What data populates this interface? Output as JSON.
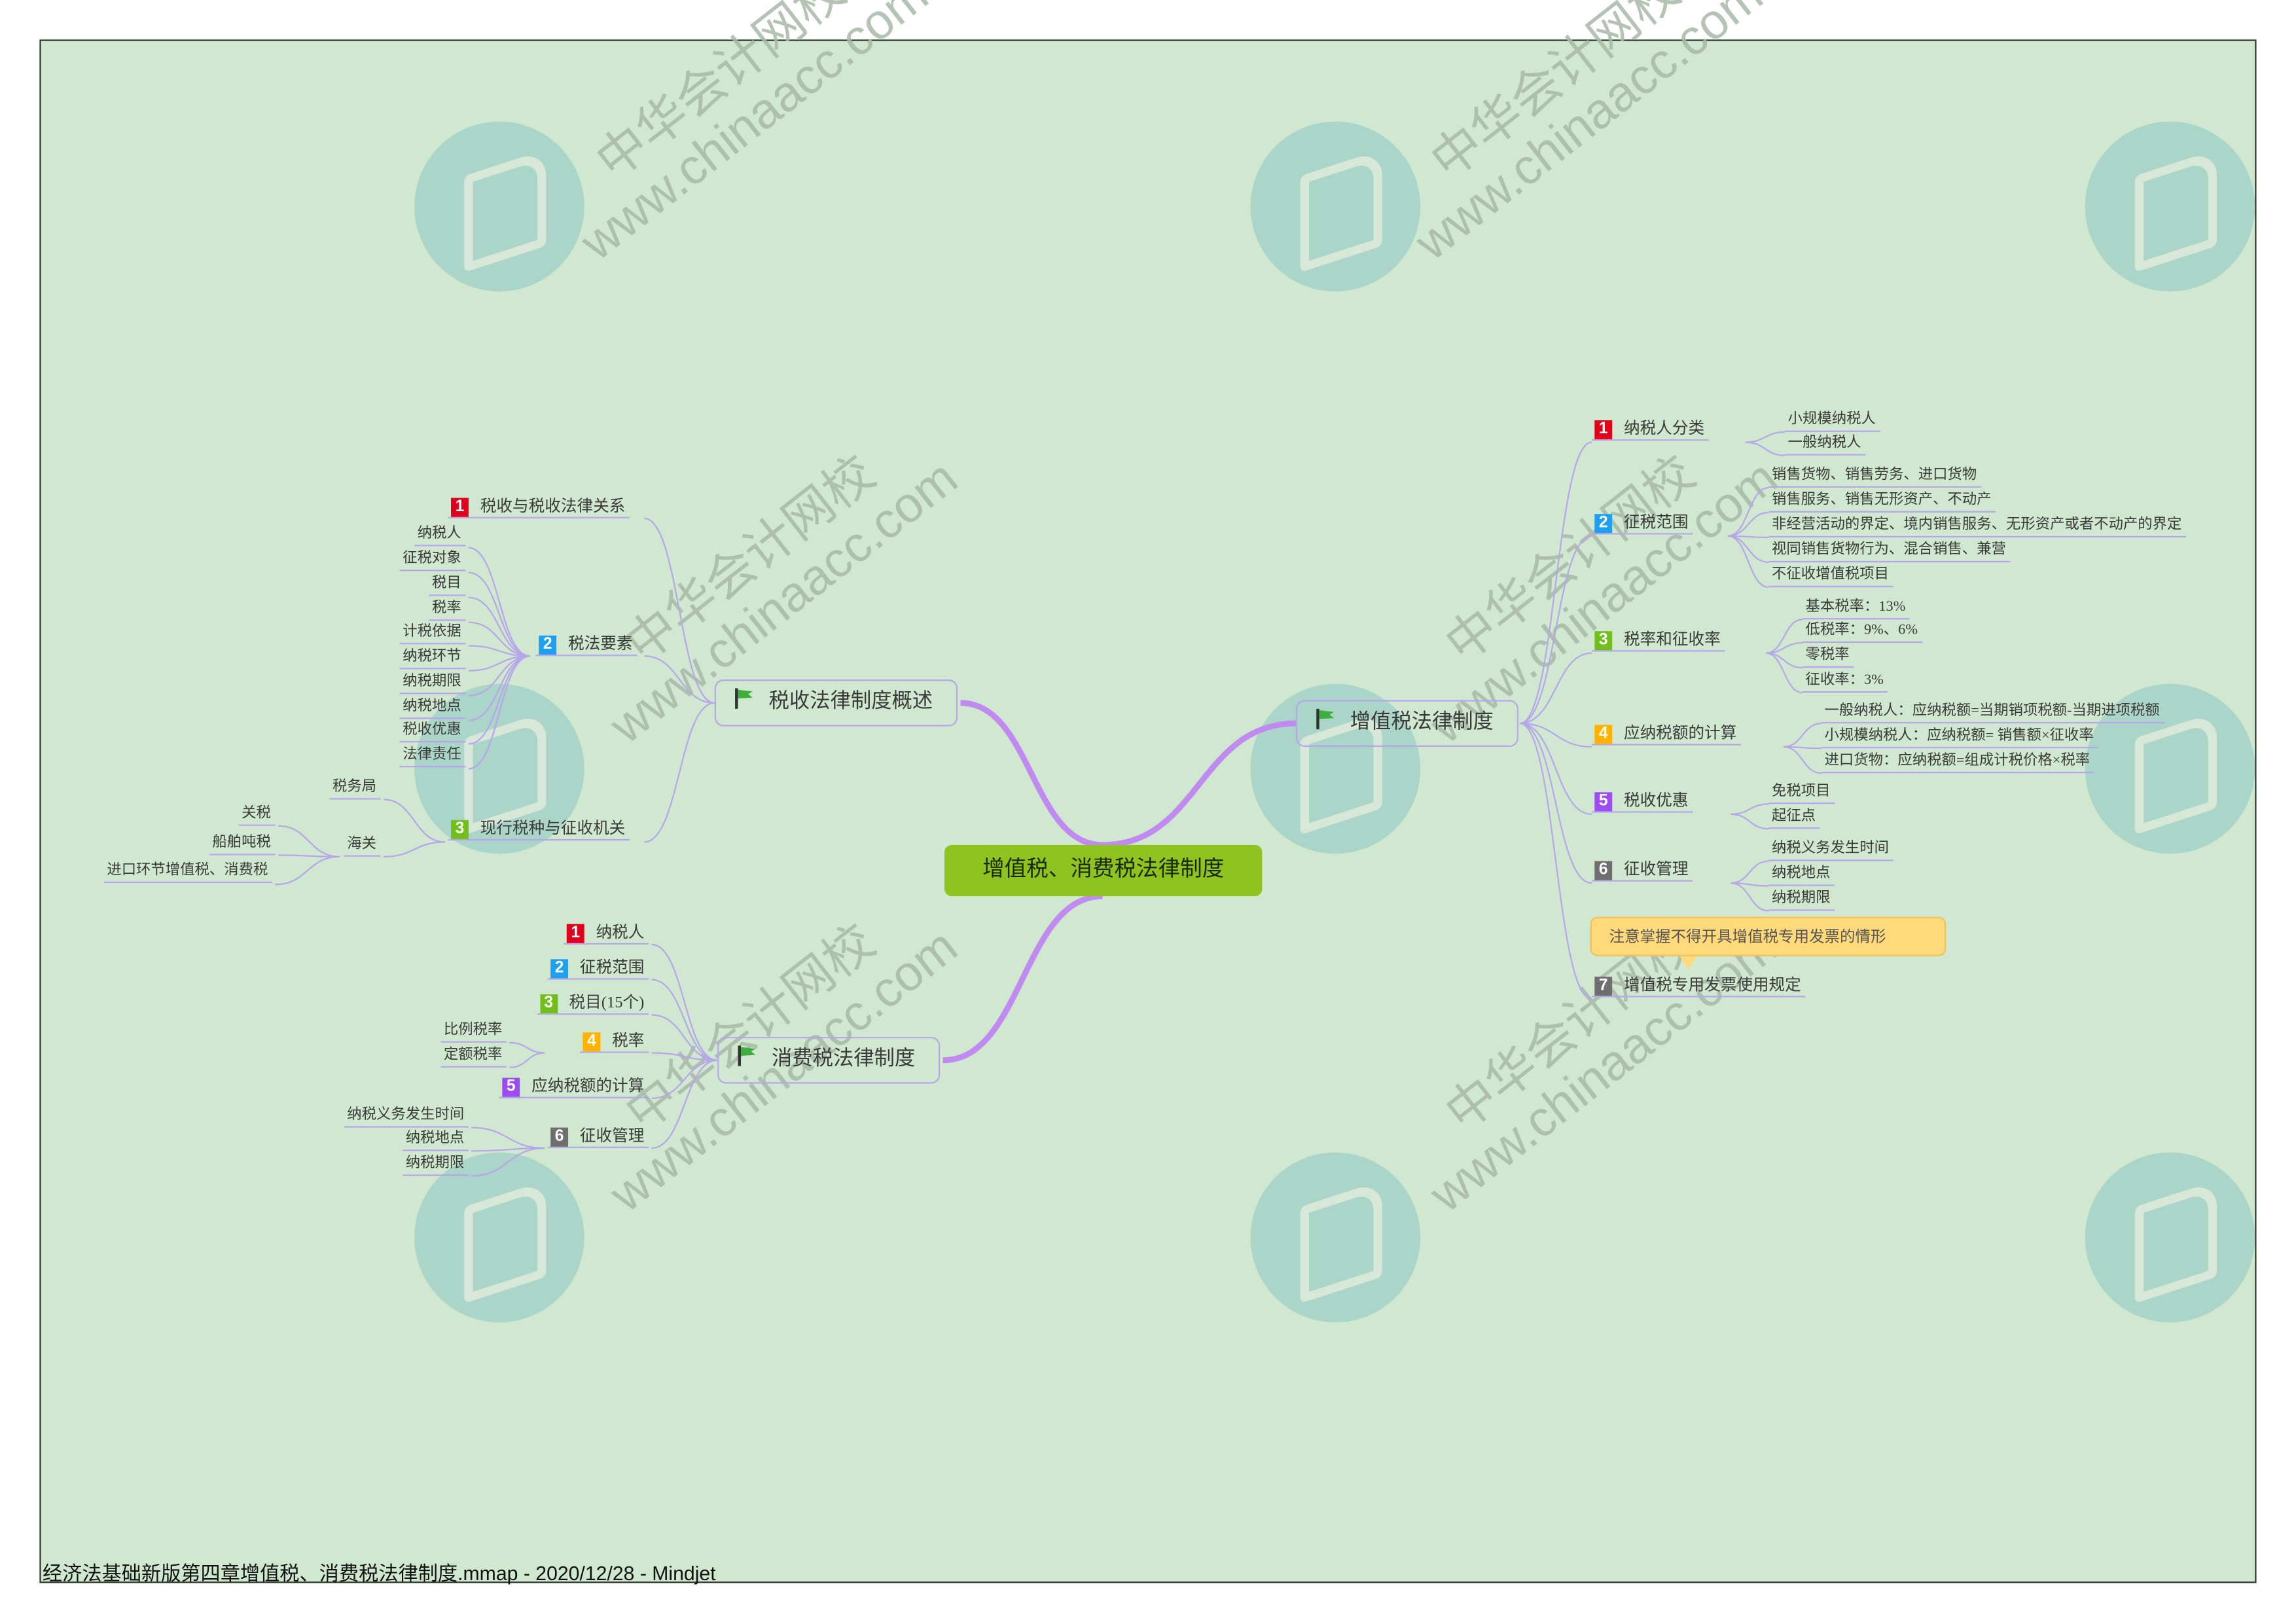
{
  "central": "增值税、消费税法律制度",
  "watermark": {
    "cn": "中华会计网校",
    "url": "www.chinaacc.com"
  },
  "overview": {
    "title": "税收法律制度概述",
    "items": [
      {
        "num": "1",
        "label": "税收与税收法律关系"
      },
      {
        "num": "2",
        "label": "税法要素",
        "children": [
          "纳税人",
          "征税对象",
          "税目",
          "税率",
          "计税依据",
          "纳税环节",
          "纳税期限",
          "纳税地点",
          "税收优惠",
          "法律责任"
        ]
      },
      {
        "num": "3",
        "label": "现行税种与征收机关",
        "children": [
          {
            "label": "税务局"
          },
          {
            "label": "海关",
            "children": [
              "关税",
              "船舶吨税",
              "进口环节增值税、消费税"
            ]
          }
        ]
      }
    ]
  },
  "vat": {
    "title": "增值税法律制度",
    "items": [
      {
        "num": "1",
        "label": "纳税人分类",
        "children": [
          "小规模纳税人",
          "一般纳税人"
        ]
      },
      {
        "num": "2",
        "label": "征税范围",
        "children": [
          "销售货物、销售劳务、进口货物",
          "销售服务、销售无形资产、不动产",
          "非经营活动的界定、境内销售服务、无形资产或者不动产的界定",
          "视同销售货物行为、混合销售、兼营",
          "不征收增值税项目"
        ]
      },
      {
        "num": "3",
        "label": "税率和征收率",
        "children": [
          "基本税率：13%",
          "低税率：9%、6%",
          "零税率",
          "征收率：3%"
        ]
      },
      {
        "num": "4",
        "label": "应纳税额的计算",
        "children": [
          "一般纳税人：应纳税额=当期销项税额-当期进项税额",
          "小规模纳税人：应纳税额= 销售额×征收率",
          "进口货物：应纳税额=组成计税价格×税率"
        ]
      },
      {
        "num": "5",
        "label": "税收优惠",
        "children": [
          "免税项目",
          "起征点"
        ]
      },
      {
        "num": "6",
        "label": "征收管理",
        "children": [
          "纳税义务发生时间",
          "纳税地点",
          "纳税期限"
        ]
      },
      {
        "num": "7",
        "label": "增值税专用发票使用规定",
        "callout": "注意掌握不得开具增值税专用发票的情形"
      }
    ]
  },
  "consumption": {
    "title": "消费税法律制度",
    "items": [
      {
        "num": "1",
        "label": "纳税人"
      },
      {
        "num": "2",
        "label": "征税范围"
      },
      {
        "num": "3",
        "label": "税目(15个)"
      },
      {
        "num": "4",
        "label": "税率",
        "children": [
          "比例税率",
          "定额税率"
        ]
      },
      {
        "num": "5",
        "label": "应纳税额的计算"
      },
      {
        "num": "6",
        "label": "征收管理",
        "children": [
          "纳税义务发生时间",
          "纳税地点",
          "纳税期限"
        ]
      }
    ]
  },
  "colors": {
    "1": "#e0001b",
    "2": "#1e9ff0",
    "3": "#72bf1c",
    "4": "#ffb300",
    "5": "#9b4cf2",
    "6": "#6e6e6e",
    "7": "#6e6e6e",
    "link": "#c08af0",
    "sublink": "#b7a6ea"
  },
  "footer": "经济法基础新版第四章增值税、消费税法律制度.mmap - 2020/12/28 - Mindjet"
}
